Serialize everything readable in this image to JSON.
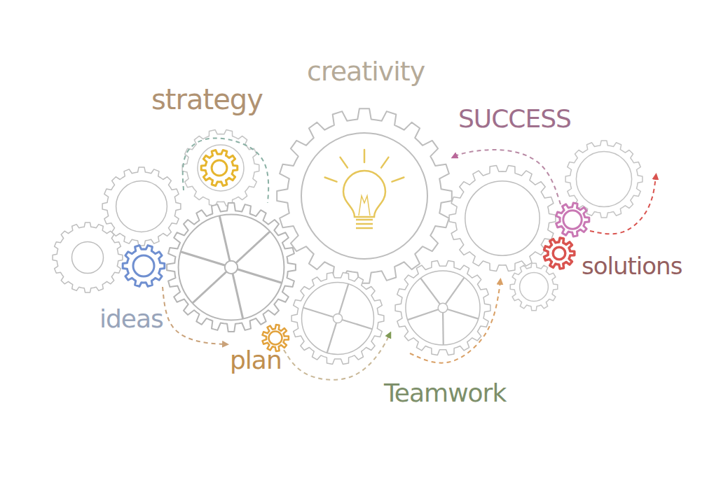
{
  "diagram": {
    "labels": [
      "strategy",
      "creativity",
      "SUCCESS",
      "ideas",
      "plan",
      "Teamwork",
      "solutions"
    ]
  }
}
